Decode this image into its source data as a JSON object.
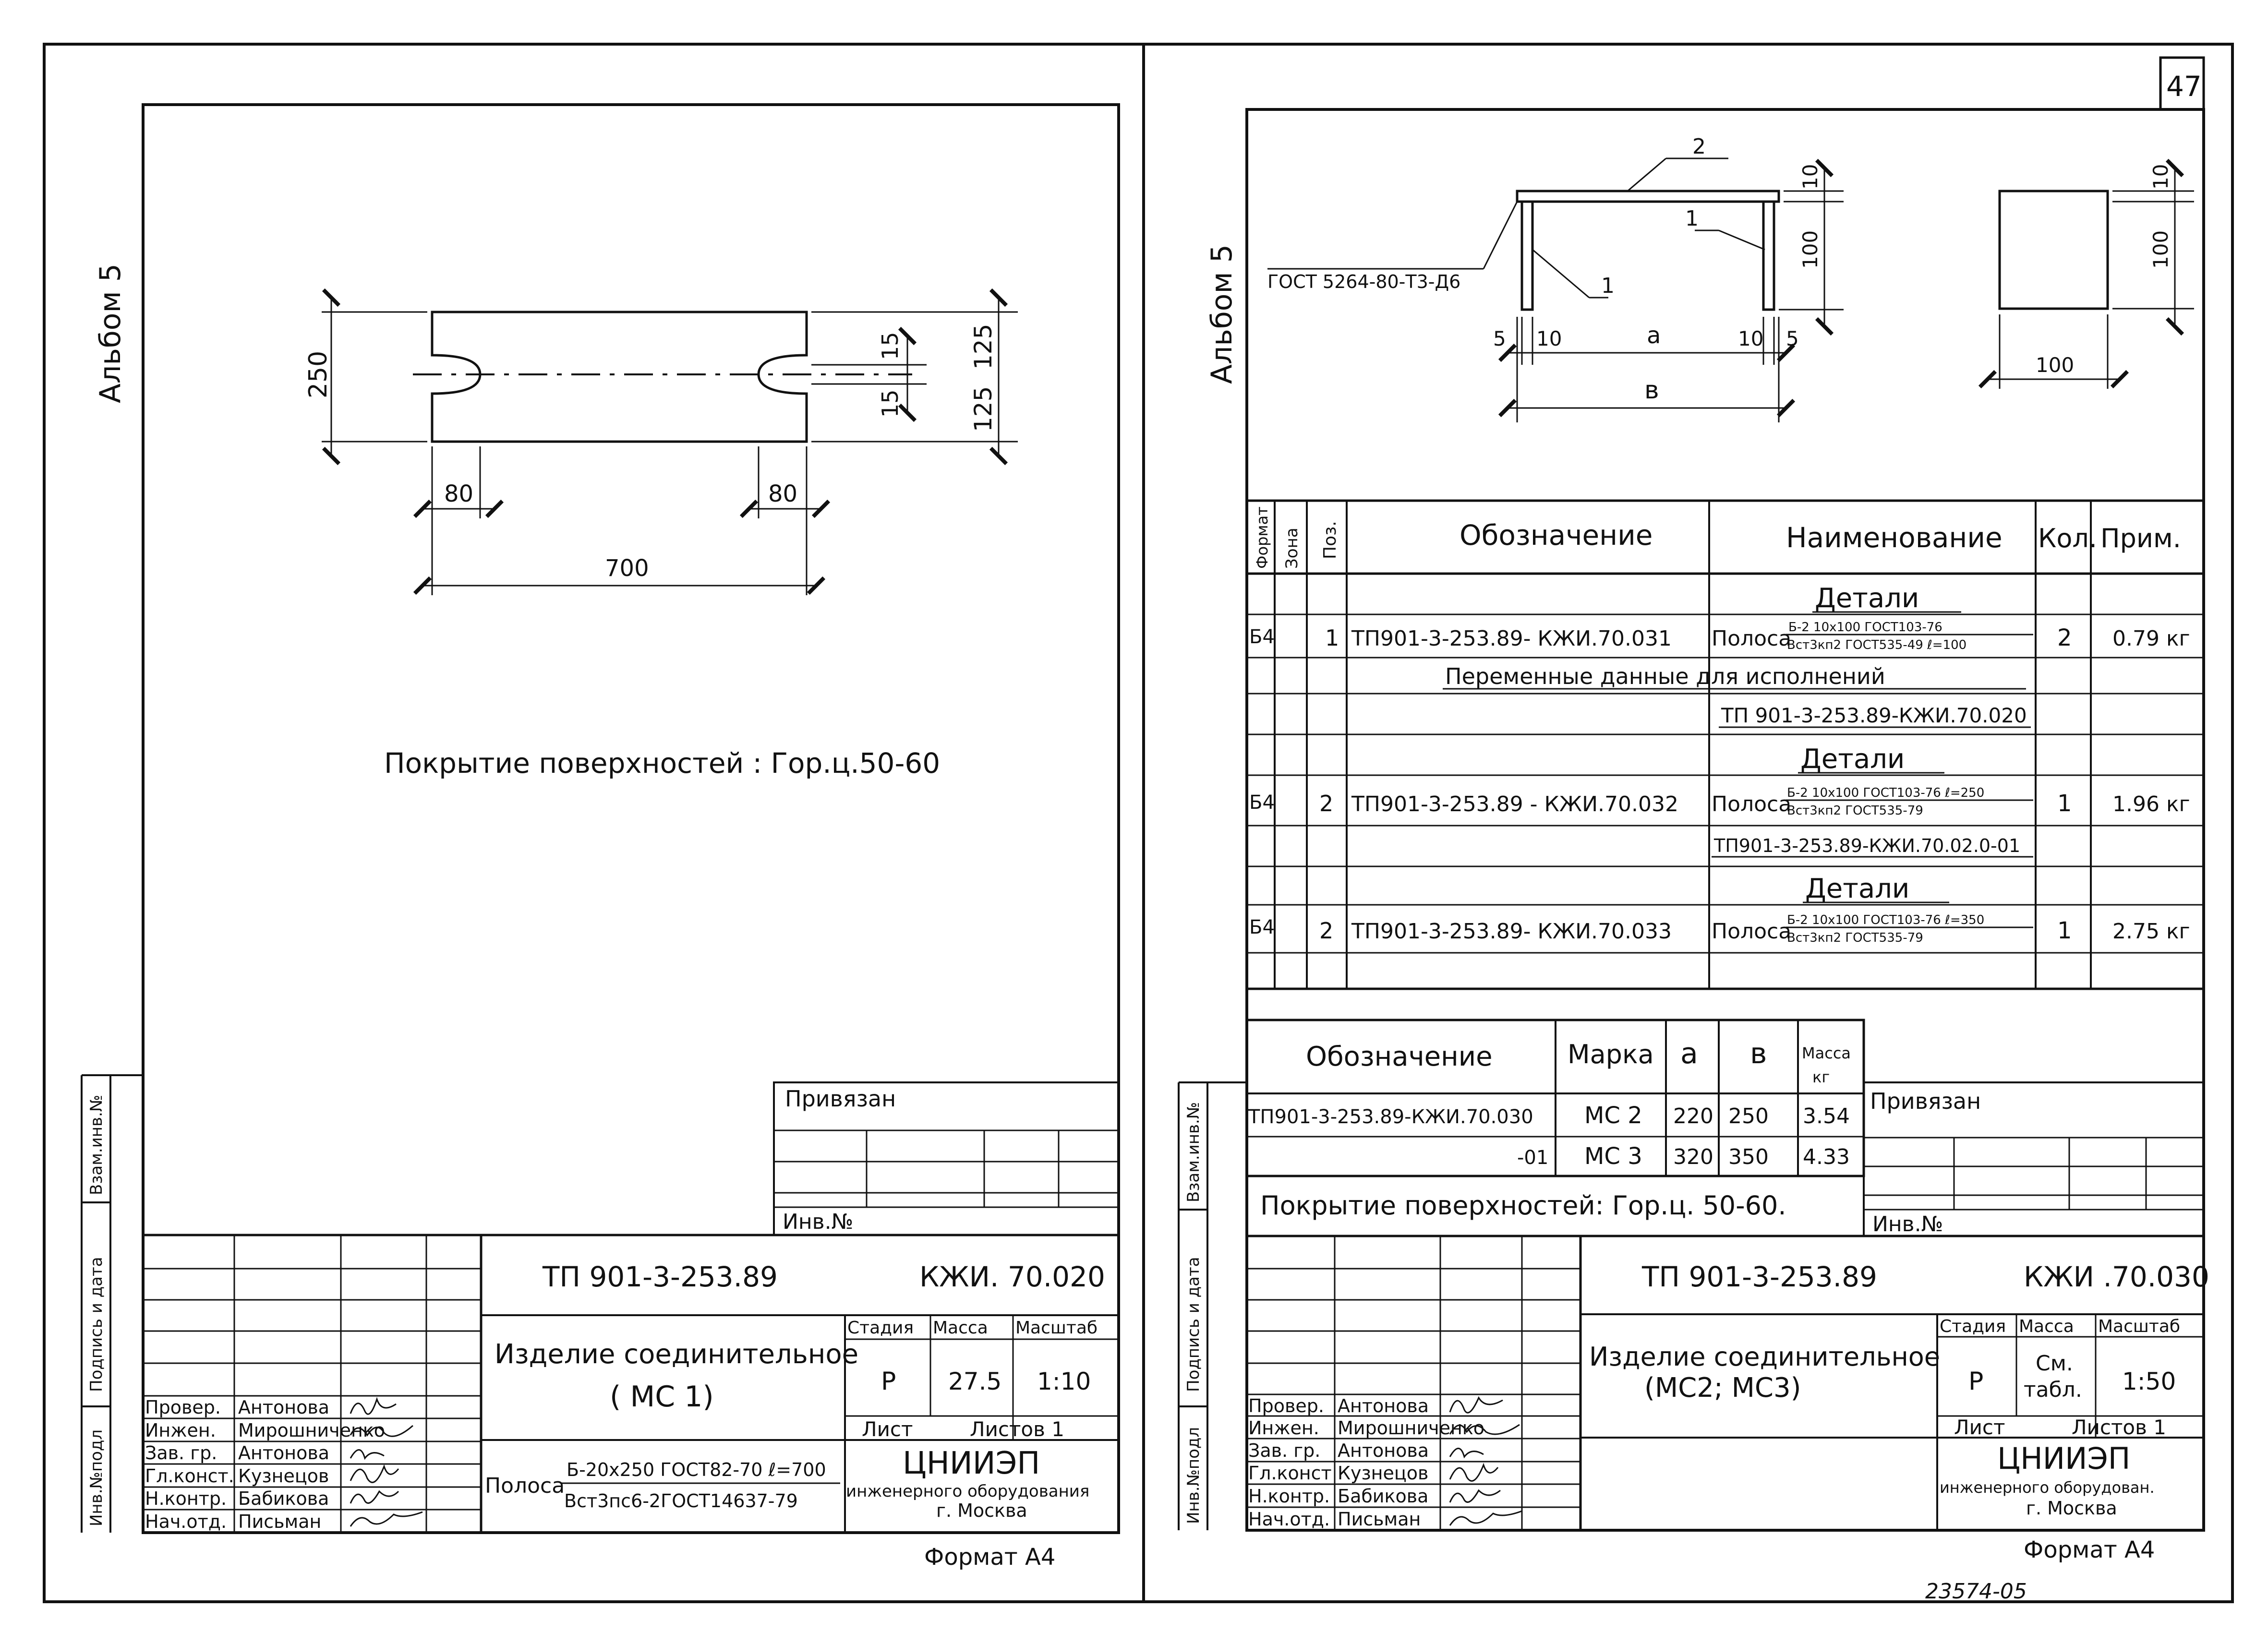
{
  "sheet_number": "47",
  "scan_code": "23574-05",
  "left": {
    "album": "Альбом 5",
    "dims": {
      "height": "250",
      "half_top": "125",
      "half_bottom": "125",
      "slot_up": "15",
      "slot_down": "15",
      "left_80": "80",
      "right_80": "80",
      "length": "700"
    },
    "coating_note": "Покрытие поверхностей : Гор.ц.50-60",
    "privyazan": "Привязан",
    "inv_no": "Инв.№",
    "side_labels": [
      "Инв.№подл",
      "Подпись и дата",
      "Взам.инв.№"
    ],
    "project": "ТП 901-3-253.89",
    "code": "КЖИ. 70.020",
    "title_line1": "Изделие соединительное",
    "title_line2": "( МС 1)",
    "col_stage": "Стадия",
    "col_mass": "Масса",
    "col_scale": "Масштаб",
    "stage": "Р",
    "mass": "27.5",
    "scale": "1:10",
    "sheet": "Лист",
    "sheets": "Листов 1",
    "org_name": "ЦНИИЭП",
    "org_line2": "инженерного оборудования",
    "org_city": "г. Москва",
    "material_label": "Полоса",
    "material_top": "Б-20х250 ГОСТ82-70  ℓ=700",
    "material_bottom": "Вст3пс6-2ГОСТ14637-79",
    "format": "Формат А4",
    "signatures": [
      {
        "role": "Провер.",
        "name": "Антонова"
      },
      {
        "role": "Инжен.",
        "name": "Мирошниченко"
      },
      {
        "role": "Зав. гр.",
        "name": "Антонова"
      },
      {
        "role": "Гл.конст.",
        "name": "Кузнецов"
      },
      {
        "role": "Н.контр.",
        "name": "Бабикова"
      },
      {
        "role": "Нач.отд.",
        "name": "Письман"
      }
    ]
  },
  "right": {
    "album": "Альбом 5",
    "gost_label": "ГОСТ 5264-80-Т3-Д6",
    "dims": {
      "pos2": "2",
      "pos1_a": "1",
      "pos1_b": "1",
      "thick_a": "10",
      "height_a": "100",
      "w5_left": "5",
      "w10_left": "10",
      "a": "а",
      "w10_right": "10",
      "w5_right": "5",
      "b": "в",
      "thick_b": "10",
      "height_b": "100",
      "width_b": "100"
    },
    "spec_headers": [
      "Формат",
      "Зона",
      "Поз.",
      "Обозначение",
      "Наименование",
      "Кол.",
      "Прим."
    ],
    "section_title": "Детали",
    "variable_data": "Переменные данные для исполнений",
    "ref_020": "ТП 901-3-253.89-КЖИ.70.020",
    "ref_02001": "ТП901-3-253.89-КЖИ.70.02.0-01",
    "rows": [
      {
        "format": "Б4",
        "pos": "1",
        "designation": "ТП901-3-253.89- КЖИ.70.031",
        "name": "Полоса",
        "name_top": "Б-2 10х100 ГОСТ103-76",
        "name_bottom": "Вст3кп2 ГОСТ535-49 ℓ=100",
        "qty": "2",
        "note": "0.79 кг"
      },
      {
        "format": "Б4",
        "pos": "2",
        "designation": "ТП901-3-253.89 -  КЖИ.70.032",
        "name": "Полоса",
        "name_top": "Б-2 10х100 ГОСТ103-76 ℓ=250",
        "name_bottom": "Вст3кп2 ГОСТ535-79",
        "qty": "1",
        "note": "1.96 кг"
      },
      {
        "format": "Б4",
        "pos": "2",
        "designation": "ТП901-3-253.89- КЖИ.70.033",
        "name": "Полоса",
        "name_top": "Б-2 10х100 ГОСТ103-76 ℓ=350",
        "name_bottom": "Вст3кп2 ГОСТ535-79",
        "qty": "1",
        "note": "2.75 кг"
      }
    ],
    "var_headers": {
      "designation": "Обозначение",
      "mark": "Марка",
      "a": "а",
      "b": "в",
      "mass1": "Масса",
      "mass2": "кг"
    },
    "var_rows": [
      {
        "designation": "ТП901-3-253.89-КЖИ.70.030",
        "mark": "МС 2",
        "a": "220",
        "b": "250",
        "mass": "3.54"
      },
      {
        "designation": "-01",
        "mark": "МС 3",
        "a": "320",
        "b": "350",
        "mass": "4.33"
      }
    ],
    "coating_note": "Покрытие поверхностей: Гор.ц. 50-60.",
    "privyazan": "Привязан",
    "inv_no": "Инв.№",
    "side_labels": [
      "Инв.№подл",
      "Подпись и дата",
      "Взам.инв.№"
    ],
    "project": "ТП 901-3-253.89",
    "code": "КЖИ .70.030",
    "title_line1": "Изделие соединительное",
    "title_line2": "(МС2; МС3)",
    "col_stage": "Стадия",
    "col_mass": "Масса",
    "col_scale": "Масштаб",
    "stage": "Р",
    "mass_line1": "См.",
    "mass_line2": "табл.",
    "scale": "1:50",
    "sheet": "Лист",
    "sheets": "Листов 1",
    "org_name": "ЦНИИЭП",
    "org_line2": "инженерного оборудован.",
    "org_city": "г. Москва",
    "format": "Формат А4",
    "signatures": [
      {
        "role": "Провер.",
        "name": "Антонова"
      },
      {
        "role": "Инжен.",
        "name": "Мирошниченко"
      },
      {
        "role": "Зав. гр.",
        "name": "Антонова"
      },
      {
        "role": "Гл.конст",
        "name": "Кузнецов"
      },
      {
        "role": "Н.контр.",
        "name": "Бабикова"
      },
      {
        "role": "Нач.отд.",
        "name": "Письман"
      }
    ]
  }
}
